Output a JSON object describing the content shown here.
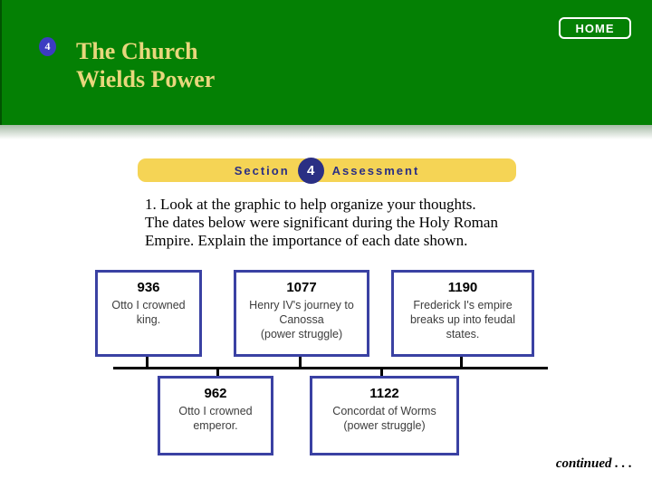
{
  "header": {
    "badge_number": "4",
    "title_line1": "The Church",
    "title_line2": "Wields Power",
    "home_button_label": "HOME"
  },
  "section_bar": {
    "section_label": "Section",
    "section_number": "4",
    "assessment_label": "Assessment"
  },
  "instructions": {
    "line1": "1. Look at the graphic to help organize your thoughts.",
    "line2": "The dates below were significant during the Holy Roman",
    "line3": "Empire. Explain the importance of each date shown."
  },
  "timeline": {
    "top_events": [
      {
        "year": "936",
        "description": "Otto I crowned\nking."
      },
      {
        "year": "1077",
        "description": "Henry IV's journey to\nCanossa\n(power struggle)"
      },
      {
        "year": "1190",
        "description": "Frederick I's empire\nbreaks up into feudal\nstates."
      }
    ],
    "bottom_events": [
      {
        "year": "962",
        "description": "Otto I crowned\nemperor."
      },
      {
        "year": "1122",
        "description": "Concordat of Worms\n(power struggle)"
      }
    ]
  },
  "footer": {
    "continued_label": "continued . . ."
  },
  "colors": {
    "header_green": "#048004",
    "title_khaki": "#E8D77C",
    "badge_blue": "#3C3CC2",
    "bar_yellow": "#F5D455",
    "navy_blue": "#2A2F84",
    "box_border_blue": "#3A41A3",
    "timeline_line": "#000000"
  }
}
